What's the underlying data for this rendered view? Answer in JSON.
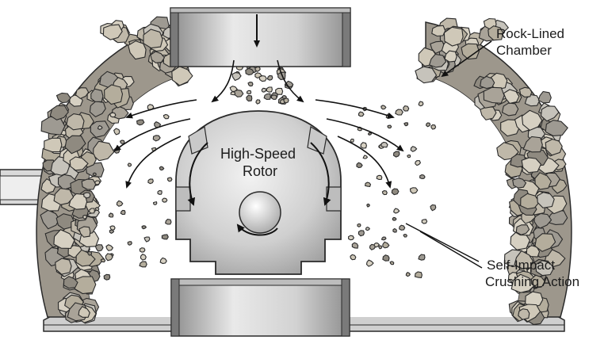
{
  "labels": {
    "rock_lined_chamber": [
      "Rock-Lined",
      "Chamber"
    ],
    "rotor": [
      "High-Speed",
      "Rotor"
    ],
    "self_impact": [
      "Self-Impact",
      "Crushing Action"
    ]
  },
  "colors": {
    "rock_fill": "#b9b2a3",
    "rock_dark": "#8f8a80",
    "metal_light": "#e6e6e6",
    "metal_dark": "#8c8c8c",
    "outline": "#2a2a2a"
  }
}
